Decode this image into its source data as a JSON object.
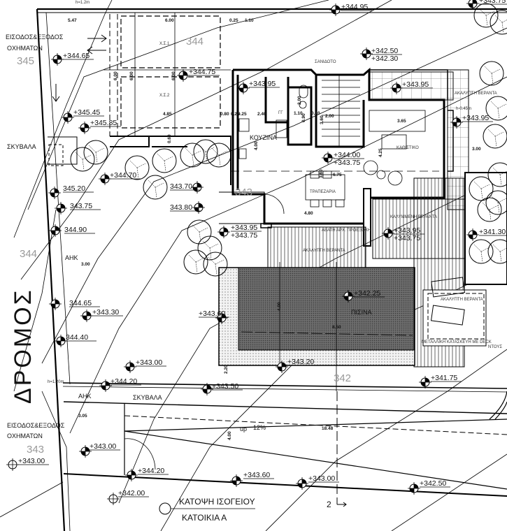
{
  "drawing": {
    "title": "ΚΑΤΟΨΗ ΙΣΟΓΕΙΟΥ",
    "subtitle": "ΚΑΤΟΙΚΙΑ Α",
    "section_marker": "2",
    "road_label": "ΔΡΟΜΟΣ"
  },
  "labels": {
    "entrance_top_1": "ΕΙΣΟΔΟΣ&ΕΞΟΔΟΣ",
    "entrance_top_2": "ΟΧΗΜΑΤΩΝ",
    "entrance_bottom_1": "ΕΙΣΟΔΟΣ&ΕΞΟΔΟΣ",
    "entrance_bottom_2": "ΟΧΗΜΑΤΩΝ",
    "waste_top": "ΣΚΥΒΑΛΑ",
    "waste_bottom": "ΣΚΥΒΑΛΑ",
    "eac_top": "ΑΗΚ",
    "eac_bottom": "ΑΗΚ",
    "parking_1": "Χ.Σ.1",
    "parking_2": "Χ.Σ.2",
    "kitchen": "ΚΟΥΖΙΝΑ",
    "dining": "ΤΡΑΠΕΖΑΡΙΑ",
    "living": "ΚΑΘΙΣΤΙΚΟ",
    "landing": "ΣΑΝΙΔΟΤΟ",
    "wc": "ΓΓ",
    "open_veranda_1": "ΑΚΑΛΥΠΤΗ ΒΕΡΑΝΤΑ",
    "open_veranda_2": "ΑΚΑΛΥΠΤΗ ΒΕΡΑΝΤΑ",
    "open_veranda_3": "ΑΚΑΛΥΠΤΗ ΒΕΡΑΝΤΑ",
    "covered_veranda": "ΚΑΛΥΜΜΕΝΗ ΒΕΡΑΝΤΑ",
    "projection": "ΑΒΑΤΗ ΑΡΧ. ΠΡΟΕΞΟΧΗ",
    "pool": "ΠΙΣΙΝΑ",
    "metal_structure": "ΜΕΤΑΛΛΙΚΗ ΚΑΤΑΣΚΕΥΗ ΜΕ DECK",
    "shower": "ΝΤΟΥΣ",
    "ramp": "up",
    "ramp_slope": "12%",
    "fence_height_top": "h=1.2m",
    "fence_height_bottom": "h=1.20m",
    "terrace_offset": "h-0.45m"
  },
  "contours": [
    "345",
    "344",
    "344",
    "343",
    "343",
    "342"
  ],
  "dimensions": [
    "5.47",
    "6.00",
    "0.25",
    "1.10",
    "4.85",
    "0.80",
    "0.25",
    "6.00",
    "6.00",
    "6.00",
    "0.60",
    "2.40",
    "4.00",
    "1.10",
    "2.00",
    "0.90",
    "3.60",
    "3.65",
    "4.25",
    "3.00",
    "3.60",
    "6.75",
    "4.80",
    "8.50",
    "4.00",
    "2.20",
    "2.00",
    "3.00",
    "3.05",
    "18.48",
    "4.00",
    "0.25",
    "0.10"
  ],
  "elevations": [
    {
      "value": "+344.95"
    },
    {
      "value": "+343.75"
    },
    {
      "value": "+344.65"
    },
    {
      "value": "+344.75"
    },
    {
      "value": "+345.45"
    },
    {
      "value": "+345.85"
    },
    {
      "value": "+343.95"
    },
    {
      "value": "+342.50",
      "value2": "+342.30"
    },
    {
      "value": "+343.95"
    },
    {
      "value": "+343.95"
    },
    {
      "value": "+344.00",
      "value2": "+343.75"
    },
    {
      "value": "+344.70"
    },
    {
      "value": "345.20"
    },
    {
      "value": "343.75"
    },
    {
      "value": "343.70"
    },
    {
      "value": "343.80"
    },
    {
      "value": "+343.95",
      "value2": "+343.75"
    },
    {
      "value": "+343.95",
      "value2": "+343.75"
    },
    {
      "value": "+341.30"
    },
    {
      "value": "344.90"
    },
    {
      "value": "344.65"
    },
    {
      "value": "+343.30"
    },
    {
      "value": "+343.60"
    },
    {
      "value": "+342.25"
    },
    {
      "value": "344.40"
    },
    {
      "value": "+343.20"
    },
    {
      "value": "+343.00"
    },
    {
      "value": "+344.20"
    },
    {
      "value": "+343.50"
    },
    {
      "value": "+341.75"
    },
    {
      "value": "+343.00"
    },
    {
      "value": "+343.00"
    },
    {
      "value": "+344.20"
    },
    {
      "value": "+343.60"
    },
    {
      "value": "+343.00"
    },
    {
      "value": "+342.50"
    },
    {
      "value": "+342.00"
    }
  ]
}
